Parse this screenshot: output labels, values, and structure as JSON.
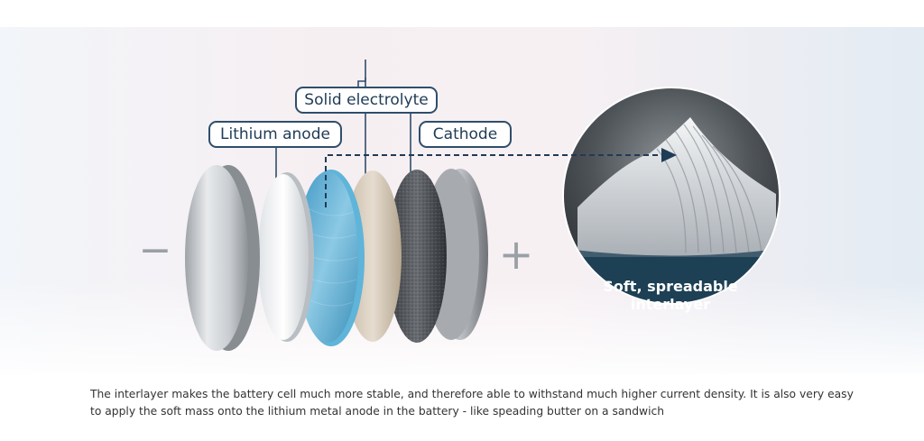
{
  "labels": {
    "lithium_anode": "Lithium anode",
    "solid_electrolyte": "Solid electrolyte",
    "cathode": "Cathode",
    "interlayer_line1": "Soft, spreadable",
    "interlayer_line2": "interlayer"
  },
  "symbols": {
    "negative": "−",
    "positive": "+"
  },
  "caption": {
    "line1": "The interlayer makes the battery cell much more stable, and therefore able to withstand much higher current density. It is also very easy",
    "line2": "to apply the soft mass onto the lithium metal anode in the battery - like speading butter on a sandwich"
  },
  "colors": {
    "label_border": "#2f4e6b",
    "label_text": "#1f3b56",
    "interlayer_blue": "#4aa6cf",
    "zoom_dark": "#1d4055",
    "dashed_arrow": "#1f3b56"
  }
}
